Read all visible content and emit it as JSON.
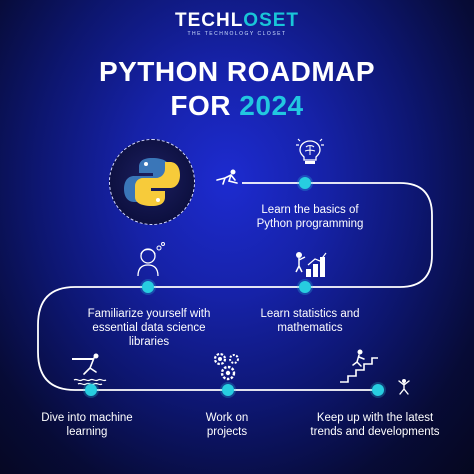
{
  "brand": {
    "name_part1": "TECHL",
    "name_part2": "OSET",
    "tagline": "THE TECHNOLOGY CLOSET"
  },
  "title": {
    "line1": "PYTHON ROADMAP",
    "line2_prefix": "FOR ",
    "line2_year": "2024"
  },
  "steps": [
    {
      "text": "Learn the basics of\nPython programming",
      "icon": "lightbulb-brain-icon"
    },
    {
      "text": "Learn statistics and\nmathematics",
      "icon": "bar-chart-person-icon"
    },
    {
      "text": "Familiarize yourself with\nessential data science\nlibraries",
      "icon": "thinking-person-icon"
    },
    {
      "text": "Dive into machine\nlearning",
      "icon": "diver-icon"
    },
    {
      "text": "Work on\nprojects",
      "icon": "gears-icon"
    },
    {
      "text": "Keep up with the latest\ntrends and developments",
      "icon": "stairs-climber-icon"
    }
  ],
  "colors": {
    "accent": "#22c7e0",
    "background": "#1622a8",
    "path": "#ffffff"
  }
}
